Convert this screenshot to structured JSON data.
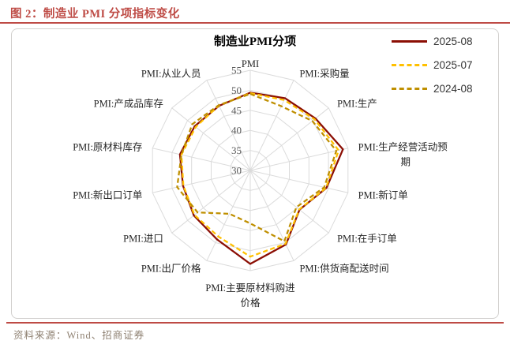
{
  "page": {
    "figure_title": "图 2：制造业 PMI 分项指标变化",
    "source_note": "资料来源：Wind、招商证券"
  },
  "colors": {
    "header_accent": "#BE4B45",
    "series_2025_08": "#8B0E04",
    "series_2025_07": "#FFC000",
    "series_2024_08": "#BF8F00",
    "gridline": "#DBDBDB",
    "tick_label": "#595959",
    "axis_label": "#262626",
    "source_text": "#8E8071"
  },
  "chart_data": {
    "type": "radar",
    "title": "制造业PMI分项",
    "categories": [
      "PMI",
      "PMI:采购量",
      "PMI:生产",
      "PMI:生产经营活动预期",
      "PMI:新订单",
      "PMI:在手订单",
      "PMI:供货商配送时间",
      "PMI:主要原材料购进价格",
      "PMI:出厂价格",
      "PMI:进口",
      "PMI:新出口订单",
      "PMI:原材料库存",
      "PMI:产成品库存",
      "PMI:从业人员"
    ],
    "series": [
      {
        "name": "2025-08",
        "color": "#8B0E04",
        "line_style": "solid",
        "values": [
          49.4,
          50.0,
          50.8,
          53.7,
          49.5,
          45.7,
          50.5,
          53.3,
          49.1,
          48.0,
          47.2,
          48.0,
          47.7,
          47.9
        ]
      },
      {
        "name": "2025-07",
        "color": "#FFC000",
        "line_style": "dashed",
        "values": [
          49.3,
          49.5,
          50.5,
          52.6,
          49.4,
          45.6,
          50.3,
          51.5,
          48.3,
          47.8,
          47.1,
          47.6,
          47.4,
          48.0
        ]
      },
      {
        "name": "2024-08",
        "color": "#BF8F00",
        "line_style": "dashed",
        "values": [
          49.1,
          47.8,
          49.8,
          52.0,
          48.9,
          44.7,
          49.6,
          43.2,
          42.0,
          46.8,
          48.7,
          47.6,
          48.5,
          48.1
        ]
      }
    ],
    "radial_axis": {
      "min": 30,
      "max": 55,
      "ticks": [
        30,
        35,
        40,
        45,
        50,
        55
      ]
    },
    "grid": true,
    "legend_position": "top-right"
  }
}
